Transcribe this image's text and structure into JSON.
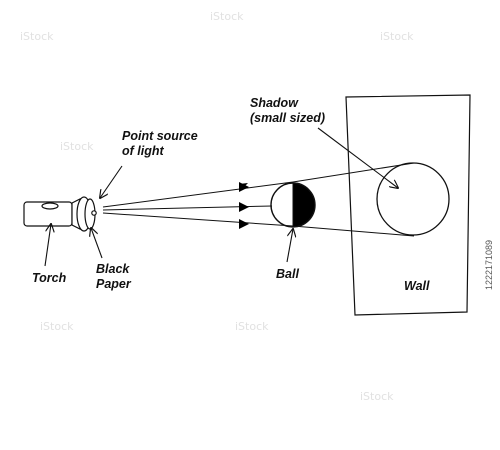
{
  "diagram": {
    "labels": {
      "shadow_line1": "Shadow",
      "shadow_line2": "(small sized)",
      "point_source_line1": "Point source",
      "point_source_line2": "of light",
      "torch": "Torch",
      "black_paper_line1": "Black",
      "black_paper_line2": "Paper",
      "ball": "Ball",
      "wall": "Wall"
    },
    "colors": {
      "stroke": "#111111",
      "ball_dark_half": "#000000",
      "background": "#ffffff"
    }
  },
  "stock": {
    "watermark_text": "iStock",
    "image_id": "1222171089"
  }
}
